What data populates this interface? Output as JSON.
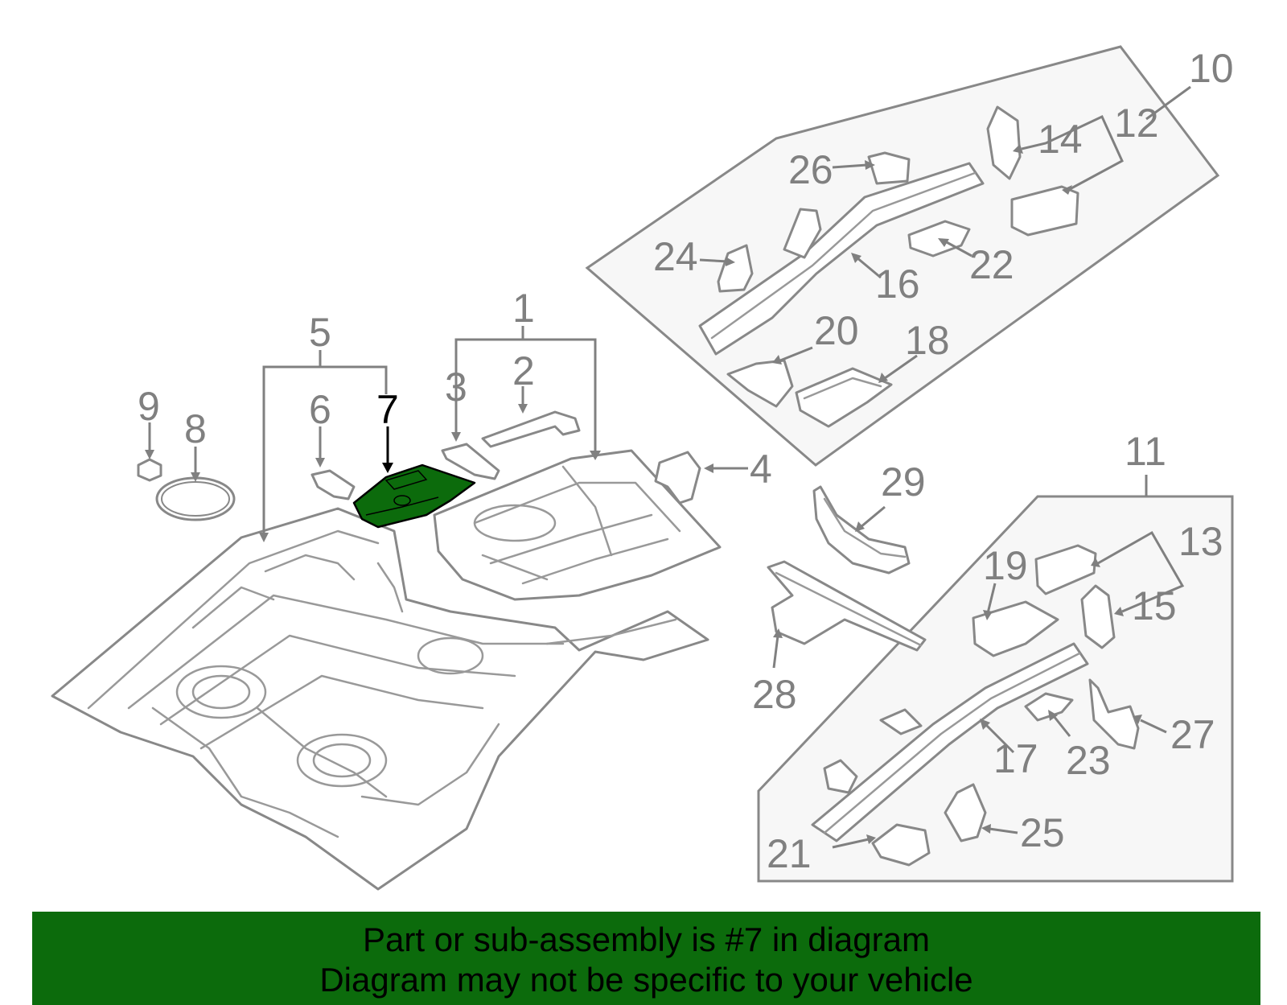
{
  "diagram": {
    "highlighted_part": "7",
    "highlight_color": "#0c6b0c",
    "line_color": "#808080",
    "callouts": [
      "1",
      "2",
      "3",
      "4",
      "5",
      "6",
      "7",
      "8",
      "9",
      "10",
      "11",
      "12",
      "13",
      "14",
      "15",
      "16",
      "17",
      "18",
      "19",
      "20",
      "21",
      "22",
      "23",
      "24",
      "25",
      "26",
      "27",
      "28",
      "29"
    ]
  },
  "banner": {
    "line1": "Part or sub-assembly is #7 in diagram",
    "line2": "Diagram may not be specific to your vehicle",
    "background": "#0c6b0c"
  }
}
